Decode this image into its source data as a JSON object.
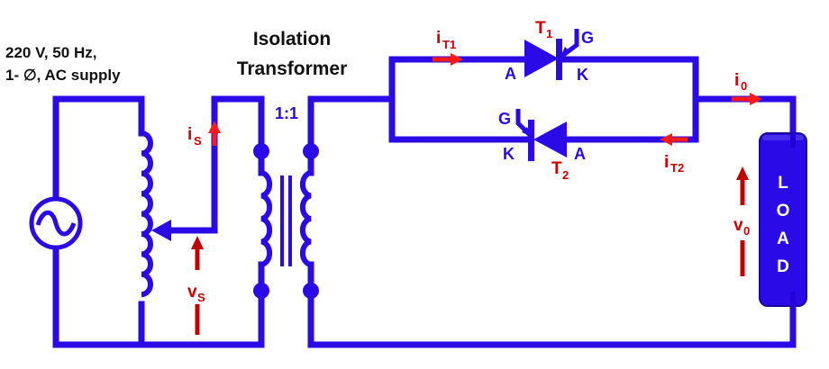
{
  "supply": {
    "line1": "220 V, 50 Hz,",
    "line2": "1- ∅, AC supply"
  },
  "transformer": {
    "title_line1": "Isolation",
    "title_line2": "Transformer",
    "ratio": "1:1"
  },
  "thyristor_1": {
    "name": "T",
    "name_sub": "1",
    "anode": "A",
    "cathode": "K",
    "gate": "G"
  },
  "thyristor_2": {
    "name": "T",
    "name_sub": "2",
    "anode": "A",
    "cathode": "K",
    "gate": "G"
  },
  "currents": {
    "i_T1": {
      "base": "i",
      "sub": "T1"
    },
    "i_T2": {
      "base": "i",
      "sub": "T2"
    },
    "i_S": {
      "base": "i",
      "sub": "S"
    },
    "i_0": {
      "base": "i",
      "sub": "0"
    }
  },
  "voltages": {
    "v_S": {
      "base": "v",
      "sub": "S"
    },
    "v_0": {
      "base": "v",
      "sub": "0"
    }
  },
  "load": {
    "letters": [
      "L",
      "O",
      "A",
      "D"
    ]
  },
  "colors": {
    "wire": "#2a0ae6",
    "current_arrow": "#ff1a1a",
    "voltage_arrow": "#c00000",
    "label_red": "#cc0000",
    "load_fill": "#2a0ae6"
  }
}
